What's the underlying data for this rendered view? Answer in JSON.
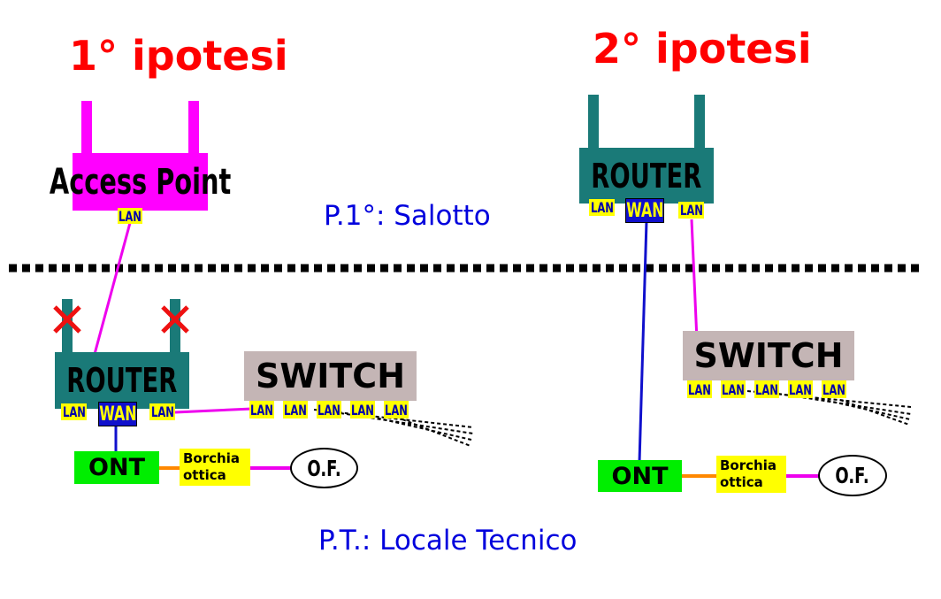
{
  "hypothesis_1": {
    "title": "1° ipotesi",
    "access_point": {
      "label": "Access Point",
      "port": "LAN",
      "color": "#ff00ff"
    },
    "router": {
      "label": "ROUTER",
      "ports": [
        "LAN",
        "WAN",
        "LAN"
      ],
      "antennas_crossed": true,
      "color": "#1a7a78"
    },
    "switch": {
      "label": "SWITCH",
      "ports": [
        "LAN",
        "LAN",
        "LAN",
        "LAN",
        "LAN"
      ],
      "color": "#c4b5b5"
    },
    "ont": {
      "label": "ONT",
      "color": "#00ee00"
    },
    "borchia": {
      "label_line1": "Borchia",
      "label_line2": "ottica"
    },
    "fiber": {
      "label": "O.F."
    }
  },
  "hypothesis_2": {
    "title": "2° ipotesi",
    "router": {
      "label": "ROUTER",
      "ports": [
        "LAN",
        "WAN",
        "LAN"
      ],
      "color": "#1a7a78"
    },
    "switch": {
      "label": "SWITCH",
      "ports": [
        "LAN",
        "LAN",
        "LAN",
        "LAN",
        "LAN"
      ],
      "color": "#c4b5b5"
    },
    "ont": {
      "label": "ONT",
      "color": "#00ee00"
    },
    "borchia": {
      "label_line1": "Borchia",
      "label_line2": "ottica"
    },
    "fiber": {
      "label": "O.F."
    }
  },
  "floors": {
    "upper": "P.1°: Salotto",
    "ground": "P.T.: Locale Tecnico"
  },
  "colors": {
    "title": "#ff0000",
    "floor_label": "#0000dd",
    "lan_cable": "#ee00ee",
    "wan_cable": "#1010cc",
    "ont_borchia_cable": "#ff8800",
    "fiber_cable": "#ee00ee",
    "port_bg": "#ffff00",
    "cross": "#ee1111"
  }
}
